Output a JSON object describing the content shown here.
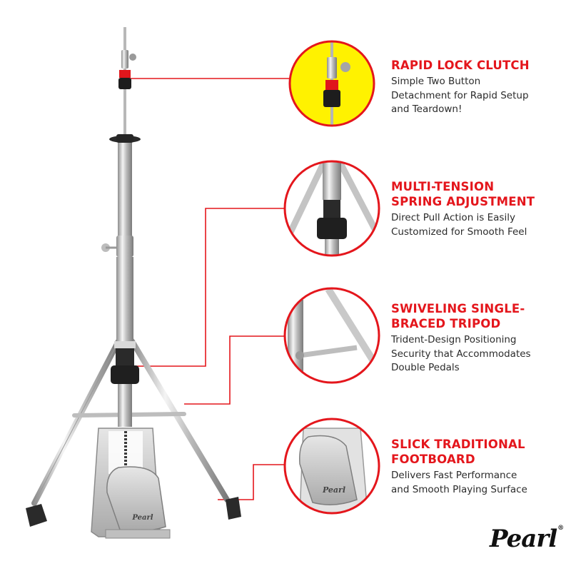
{
  "colors": {
    "accent": "#e4161c",
    "highlight": "#fff200",
    "chrome": "#c9c9c9",
    "text": "#2b2b2b"
  },
  "features": [
    {
      "title_line1": "RAPID LOCK CLUTCH",
      "title_line2": "",
      "desc": [
        "Simple Two Button",
        "Detachment for Rapid Setup",
        "and Teardown!"
      ]
    },
    {
      "title_line1": "MULTI-TENSION",
      "title_line2": "SPRING ADJUSTMENT",
      "desc": [
        "Direct Pull Action is Easily",
        "Customized for Smooth Feel"
      ]
    },
    {
      "title_line1": "SWIVELING SINGLE-",
      "title_line2": "BRACED TRIPOD",
      "desc": [
        "Trident-Design Positioning",
        "Security that Accommodates",
        "Double Pedals"
      ]
    },
    {
      "title_line1": "SLICK TRADITIONAL",
      "title_line2": "FOOTBOARD",
      "desc": [
        "Delivers Fast Performance",
        "and Smooth Playing Surface"
      ]
    }
  ],
  "pedal_text": {
    "footboard": "Pearl",
    "base_plate": "Pearl"
  },
  "logo": {
    "text": "Pearl",
    "mark": "®"
  }
}
